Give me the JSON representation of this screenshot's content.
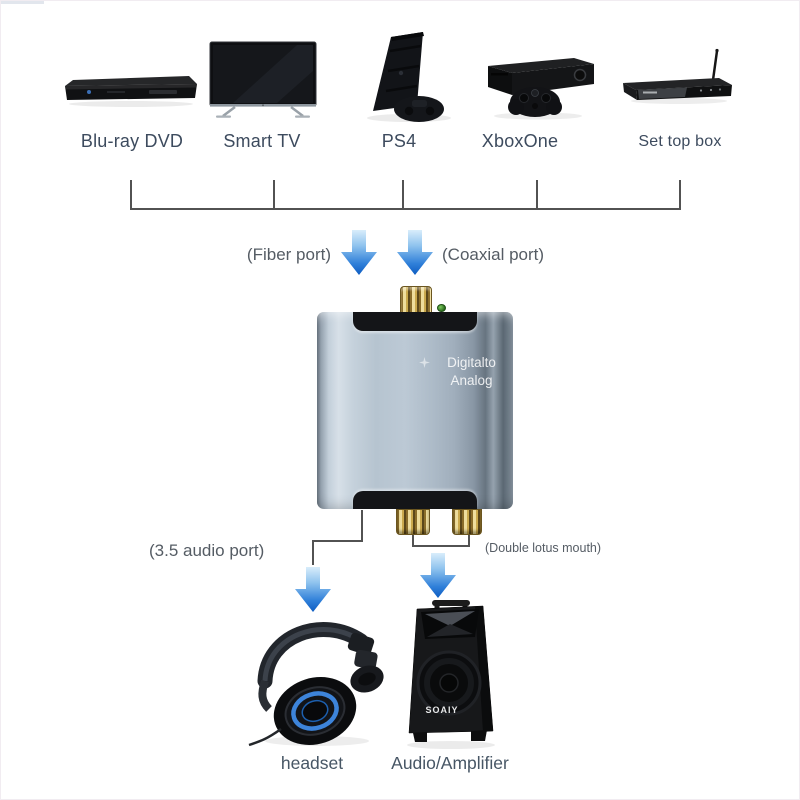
{
  "sources": [
    {
      "label": "Blu-ray DVD"
    },
    {
      "label": "Smart TV"
    },
    {
      "label": "PS4"
    },
    {
      "label": "XboxOne"
    },
    {
      "label": "Set top box"
    }
  ],
  "ports": {
    "fiber_label": "(Fiber port)",
    "coaxial_label": "(Coaxial port)",
    "audio35_label": "(3.5 audio port)",
    "lotus_label": "(Double lotus mouth)"
  },
  "converter": {
    "brand_line1": "Digitalto",
    "brand_line2": "Analog"
  },
  "outputs": {
    "headset_label": "headset",
    "amplifier_label": "Audio/Amplifier",
    "speaker_brand": "SOAIY"
  },
  "colors": {
    "arrow_gradient_top": "#d9edfb",
    "arrow_gradient_bottom": "#0d5cc1",
    "connector_line": "#525252",
    "device_label_text": "#3d4b5e",
    "port_label_text": "#555c64",
    "converter_body": "#b7c4d1",
    "gold_connector": "#caa94d",
    "led_green": "#2c6e1f",
    "headset_ring_blue": "#3d84da"
  }
}
